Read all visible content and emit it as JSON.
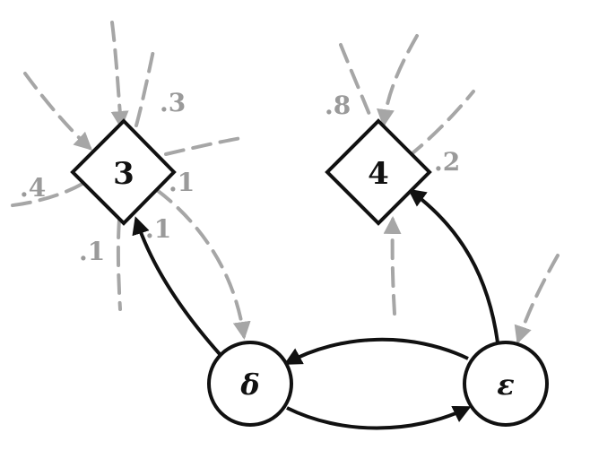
{
  "nodes": {
    "decision_3": {
      "label": "3"
    },
    "decision_4": {
      "label": "4"
    },
    "chance_delta": {
      "label": "δ"
    },
    "chance_epsilon": {
      "label": "ε"
    }
  },
  "probabilities": {
    "p_3_top": ".3",
    "p_3_left": ".4",
    "p_3_right": ".1",
    "p_3_bottom_left": ".1",
    "p_3_bottom_right": ".1",
    "p_4_top": ".8",
    "p_4_right": ".2"
  },
  "colors": {
    "edge": "#111111",
    "dashed_edge": "#a6a6a6",
    "probability_text": "#9a9a9a"
  }
}
